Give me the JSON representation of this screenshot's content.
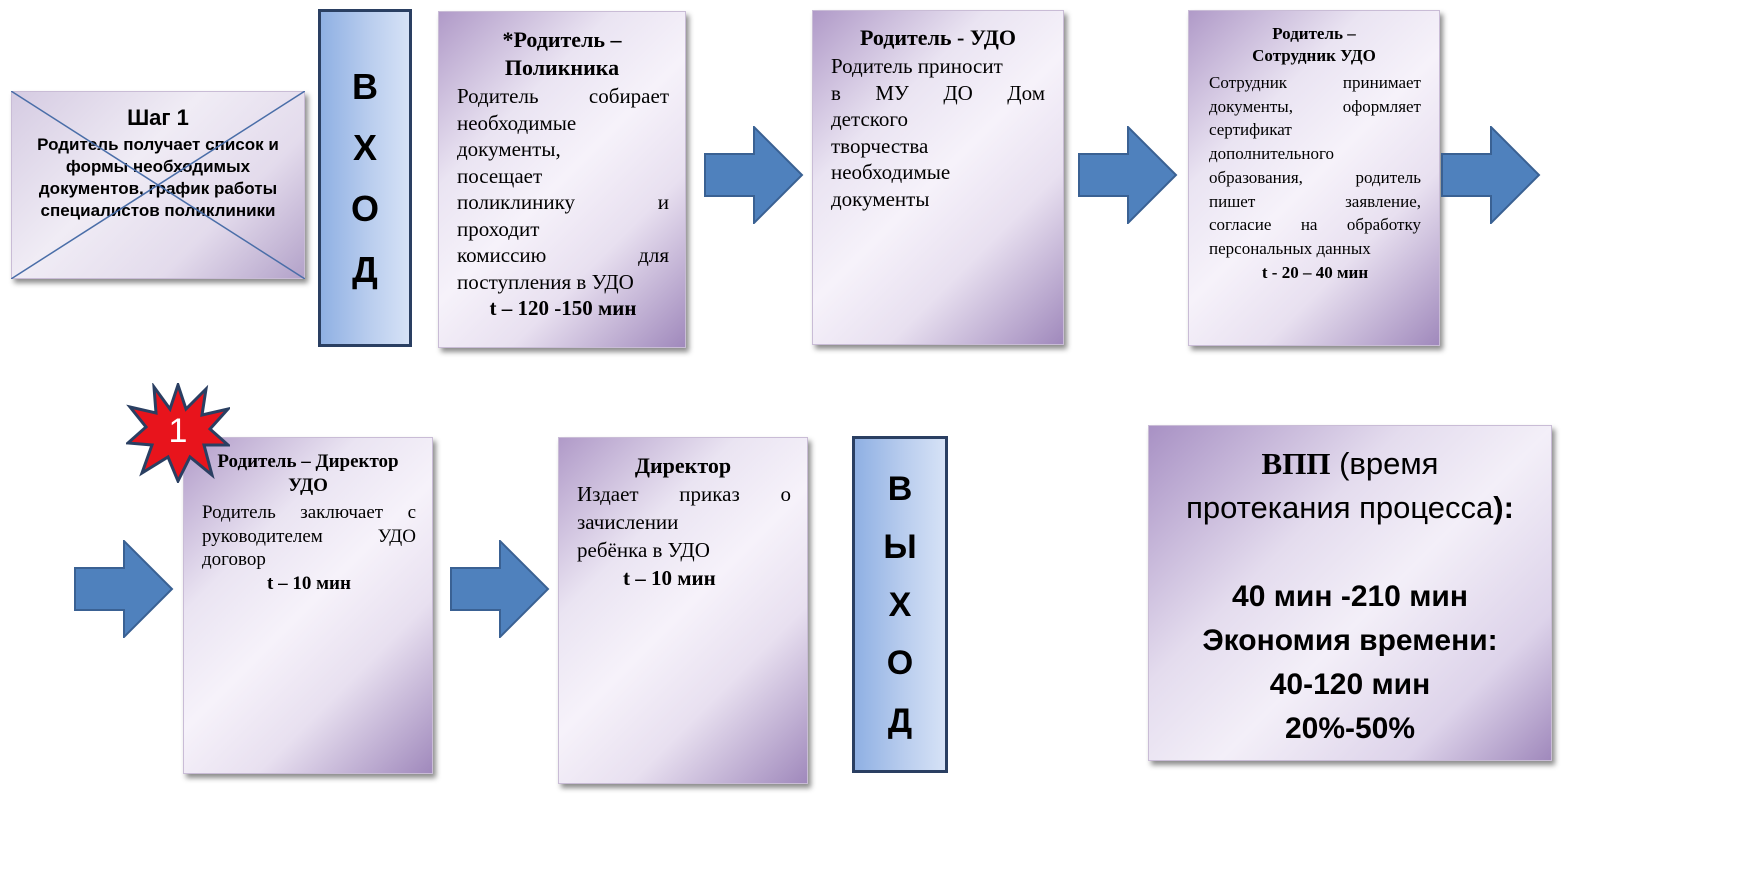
{
  "step1": {
    "title": "Шаг 1",
    "text": "Родитель получает список и формы необходимых документов, график работы специалистов поликлиники"
  },
  "entry": {
    "letters": [
      "В",
      "Х",
      "О",
      "Д"
    ]
  },
  "exit": {
    "letters": [
      "В",
      "Ы",
      "Х",
      "О",
      "Д"
    ]
  },
  "box_polyclinic": {
    "title": "*Родитель – Поликника",
    "lines": [
      "Родитель собирает",
      "необходимые",
      "документы,",
      "посещает",
      "поликлинику и",
      "проходит",
      "комиссию для",
      "поступления в УДО"
    ],
    "time": "t – 120 -150 мин"
  },
  "box_udo": {
    "title": "Родитель - УДО",
    "lines": [
      "Родитель приносит",
      "в МУ ДО Дом",
      "детского",
      "творчества",
      "необходимые",
      "документы"
    ]
  },
  "box_employee": {
    "title_line1": "Родитель –",
    "title_line2": "Сотрудник УДО",
    "lines": [
      "Сотрудник принимает",
      "документы, оформляет",
      "сертификат",
      "дополнительного",
      "образования, родитель",
      "пишет заявление,",
      "согласие на обработку",
      "персональных данных"
    ],
    "time": "t - 20 – 40 мин"
  },
  "box_director_parent": {
    "title_line1": "Родитель – Директор",
    "title_line2": "УДО",
    "lines": [
      "Родитель заключает с",
      "руководителем УДО",
      "договор"
    ],
    "time": "t – 10 мин"
  },
  "box_director": {
    "title": "Директор",
    "lines": [
      "Издает приказ о",
      "зачислении",
      "ребёнка в УДО"
    ],
    "time": "t – 10 мин"
  },
  "badge": {
    "label": "1",
    "color": "#e8141c"
  },
  "summary": {
    "title_bold": "ВПП",
    "title_rest": " (время",
    "title_line2": "протекания процесса",
    "title_colon": "):",
    "range": "40 мин -210 мин",
    "savings_label": "Экономия времени:",
    "savings_value": "40-120 мин",
    "savings_percent": "20%-50%"
  },
  "colors": {
    "arrow": "#4f81bd",
    "arrow_stroke": "#3a6193",
    "vbox_border": "#2a3f62"
  }
}
